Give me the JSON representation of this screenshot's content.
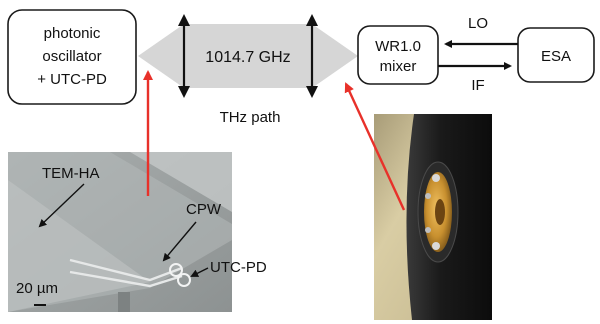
{
  "blocks": {
    "oscillator": {
      "lines": [
        "photonic",
        "oscillator",
        "+ UTC-PD"
      ]
    },
    "mixer": {
      "lines": [
        "WR1.0",
        "mixer"
      ]
    },
    "esa": {
      "label": "ESA"
    }
  },
  "beam": {
    "frequency_label": "1014.7 GHz",
    "path_label": "THz path"
  },
  "signals": {
    "lo": "LO",
    "if": "IF"
  },
  "sem_photo": {
    "labels": {
      "antenna": "TEM-HA",
      "waveguide": "CPW",
      "photodiode": "UTC-PD"
    },
    "scale_bar": "20 µm"
  },
  "colors": {
    "beam_fill": "#d6d6d6",
    "callout_arrow": "#e8312a",
    "block_stroke": "#1a1a1a",
    "sem_background": "#9ea3a3",
    "photo_background": "#cabd94",
    "mixer_housing": "#161616",
    "flange_gold": "#c8902f"
  }
}
